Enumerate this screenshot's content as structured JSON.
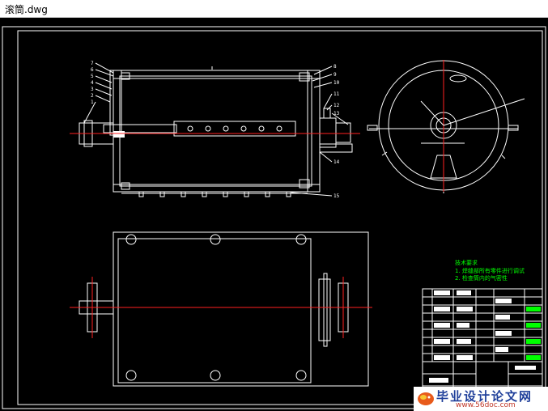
{
  "window": {
    "title": "滚筒.dwg"
  },
  "drawing": {
    "colors": {
      "background": "#000000",
      "line": "#ffffff",
      "center_line": "#ff2020",
      "note_text": "#00ff00",
      "accent": "#ffff00"
    },
    "callouts_left": [
      "7",
      "6",
      "5",
      "4",
      "3",
      "2",
      "1"
    ],
    "callouts_right": [
      "8",
      "9",
      "10",
      "11",
      "12",
      "13",
      "14",
      "15"
    ],
    "notes": {
      "heading": "技术要求",
      "line1": "1. 焊缝部所有零件进行调试",
      "line2": "2. 检查筒内的气密性"
    }
  },
  "watermark": {
    "text": "毕业设计论文网",
    "url": "www.56doc.com",
    "logo_icon": "fish-logo-icon"
  }
}
